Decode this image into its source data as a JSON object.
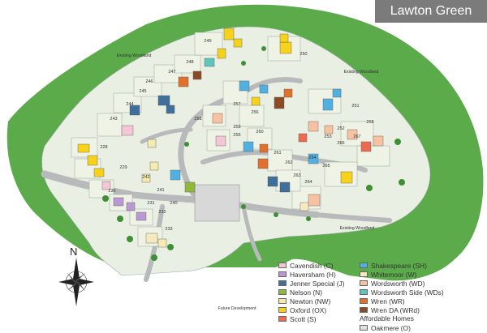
{
  "title": "Lawton Green",
  "area_labels": {
    "woodland_nw": "Existing Woodland",
    "woodland_ne": "Existing Woodland",
    "woodland_se": "Existing Woodland",
    "future": "Future Development"
  },
  "compass": {
    "north": "N"
  },
  "plots": [
    "228",
    "229",
    "230",
    "231",
    "232",
    "233",
    "240",
    "241",
    "242",
    "243",
    "244",
    "245",
    "246",
    "247",
    "248",
    "249",
    "250",
    "251",
    "252",
    "253",
    "254",
    "255",
    "256",
    "257",
    "258",
    "259",
    "260",
    "261",
    "262",
    "263",
    "264",
    "265",
    "266",
    "267",
    "268"
  ],
  "legend": {
    "left": [
      {
        "label": "Cavendish (C)",
        "color": "#f4c7d6"
      },
      {
        "label": "Haversham (H)",
        "color": "#b99ad0"
      },
      {
        "label": "Jenner Special (J)",
        "color": "#3f6f9a"
      },
      {
        "label": "Nelson (N)",
        "color": "#8fb93b"
      },
      {
        "label": "Newton (NW)",
        "color": "#f5eab0"
      },
      {
        "label": "Oxford (OX)",
        "color": "#f7d21c"
      },
      {
        "label": "Scott (S)",
        "color": "#ec6a4f"
      }
    ],
    "right": [
      {
        "label": "Shakespeare (SH)",
        "color": "#52b0e0"
      },
      {
        "label": "Whitemoor (W)",
        "color": "#f5e9c0"
      },
      {
        "label": "Wordsworth (WD)",
        "color": "#f6c2a1"
      },
      {
        "label": "Wordsworth Side (WDs)",
        "color": "#5fc5bd"
      },
      {
        "label": "Wren (WR)",
        "color": "#e0702b"
      },
      {
        "label": "Wren DA (WRd)",
        "color": "#8a4a26"
      }
    ],
    "affordable_heading": "Affordable Homes",
    "affordable": [
      {
        "label": "Oakmere (O)",
        "color": "#e0e0e0"
      }
    ]
  }
}
